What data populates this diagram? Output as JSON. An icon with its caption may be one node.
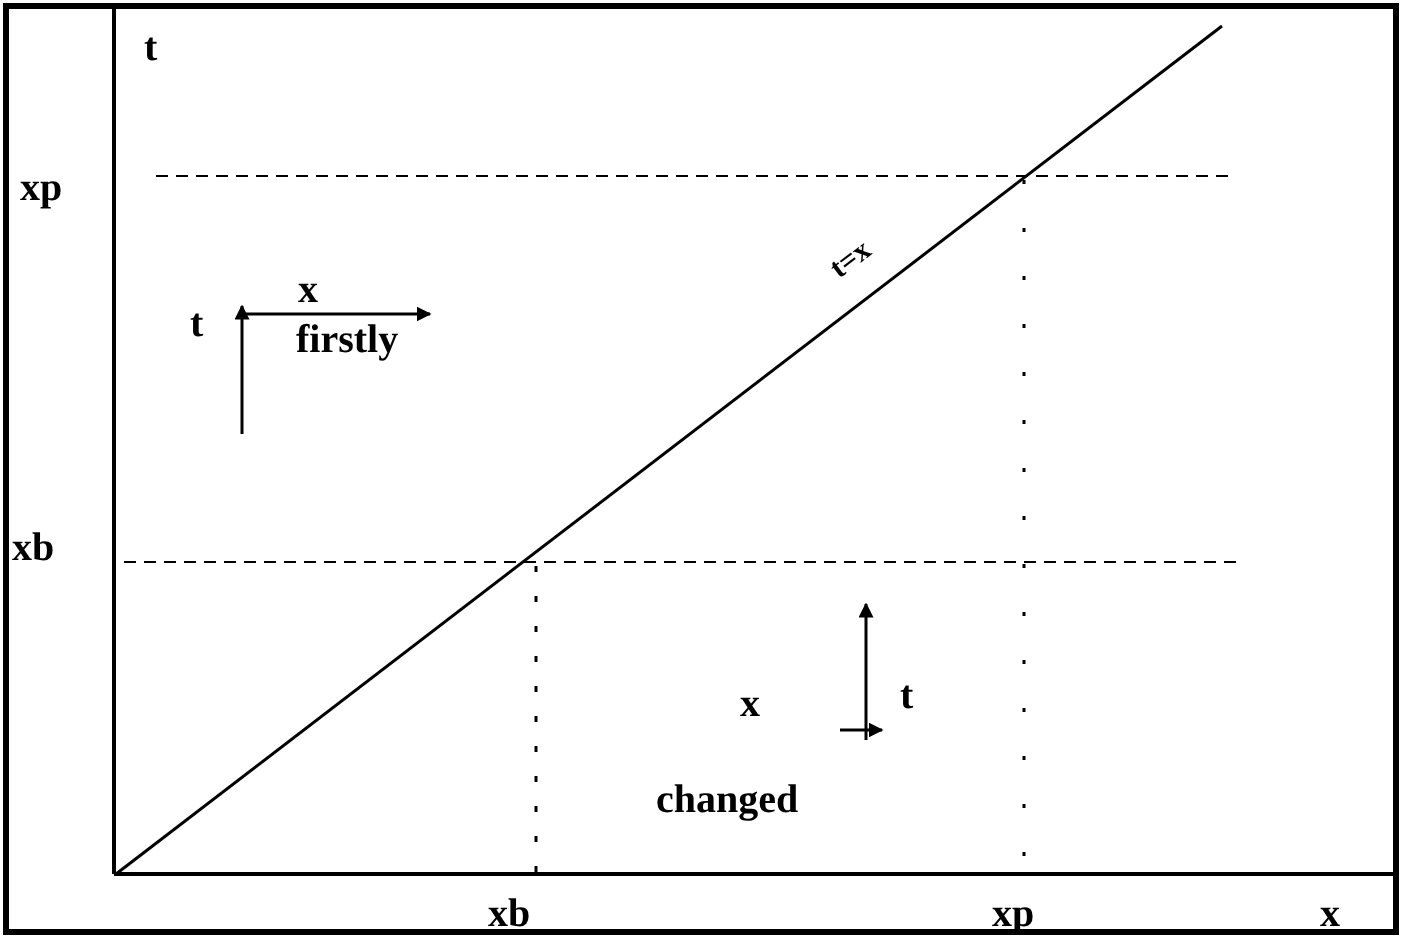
{
  "diagram": {
    "labels": [
      "t",
      "xp",
      "t=x",
      "x",
      "t",
      "firstly",
      "xb",
      "t",
      "x",
      "changed",
      "xb",
      "xp",
      "x"
    ]
  }
}
